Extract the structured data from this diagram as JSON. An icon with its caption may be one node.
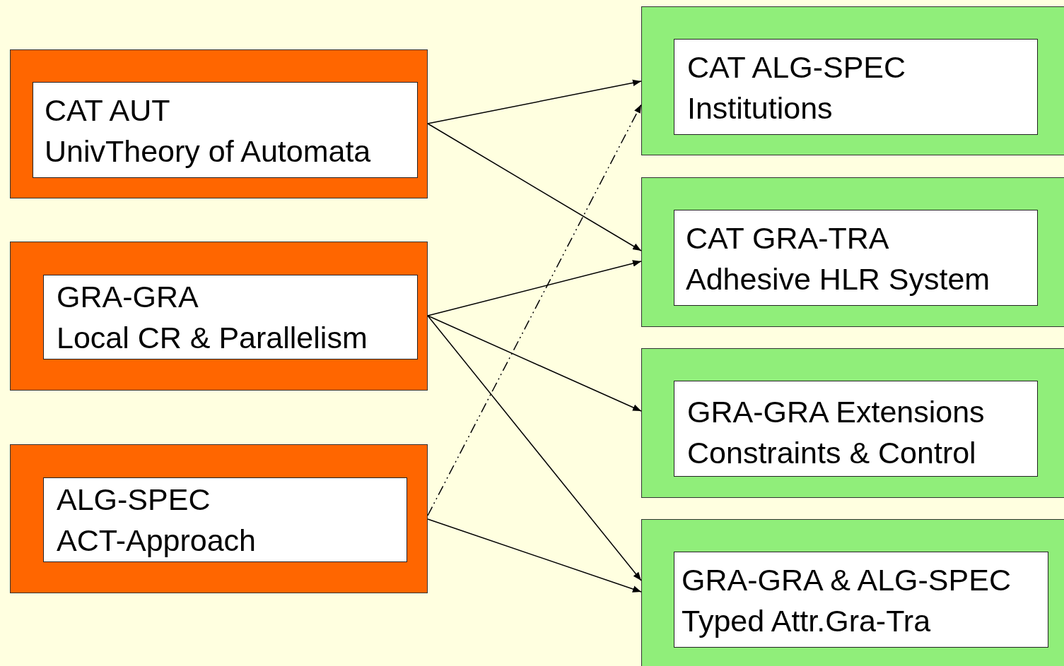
{
  "diagram": {
    "nodes": [
      {
        "text": [],
        "shape": "box"
      },
      {
        "text": [
          "CAT AUT",
          "UnivTheory of Automata"
        ],
        "in": 0
      },
      {
        "text": [],
        "shape": "box"
      },
      {
        "text": [
          "GRA-GRA",
          "Local CR & Parallelism"
        ],
        "in": 2
      },
      {
        "text": [],
        "shape": "box"
      },
      {
        "text": [
          "ALG-SPEC",
          "ACT-Approach"
        ],
        "in": 4
      },
      {
        "text": [],
        "shape": "box"
      },
      {
        "text": [
          "CAT ALG-SPEC",
          "Institutions"
        ],
        "in": 6
      },
      {
        "text": [],
        "shape": "box"
      },
      {
        "text": [
          "CAT GRA-TRA",
          "Adhesive HLR System"
        ],
        "in": 8
      },
      {
        "text": [],
        "shape": "box"
      },
      {
        "text": [
          "GRA-GRA Extensions",
          "Constraints & Control"
        ],
        "in": 10
      },
      {
        "text": [],
        "shape": "box"
      },
      {
        "text": [
          "GRA-GRA & ALG-SPEC",
          "Typed Attr.Gra-Tra"
        ],
        "in": 12
      }
    ],
    "edges": [
      {
        "from": 0,
        "to": 6,
        "arrow": "to"
      },
      {
        "from": 0,
        "to": 8,
        "arrow": "to"
      },
      {
        "from": 2,
        "to": 8,
        "arrow": "to"
      },
      {
        "from": 2,
        "to": 10,
        "arrow": "to"
      },
      {
        "from": 2,
        "to": 12,
        "arrow": "to"
      },
      {
        "from": 4,
        "to": 6,
        "arrow": "to",
        "style": "dashed"
      },
      {
        "from": 4,
        "to": 12,
        "arrow": "to"
      }
    ]
  }
}
